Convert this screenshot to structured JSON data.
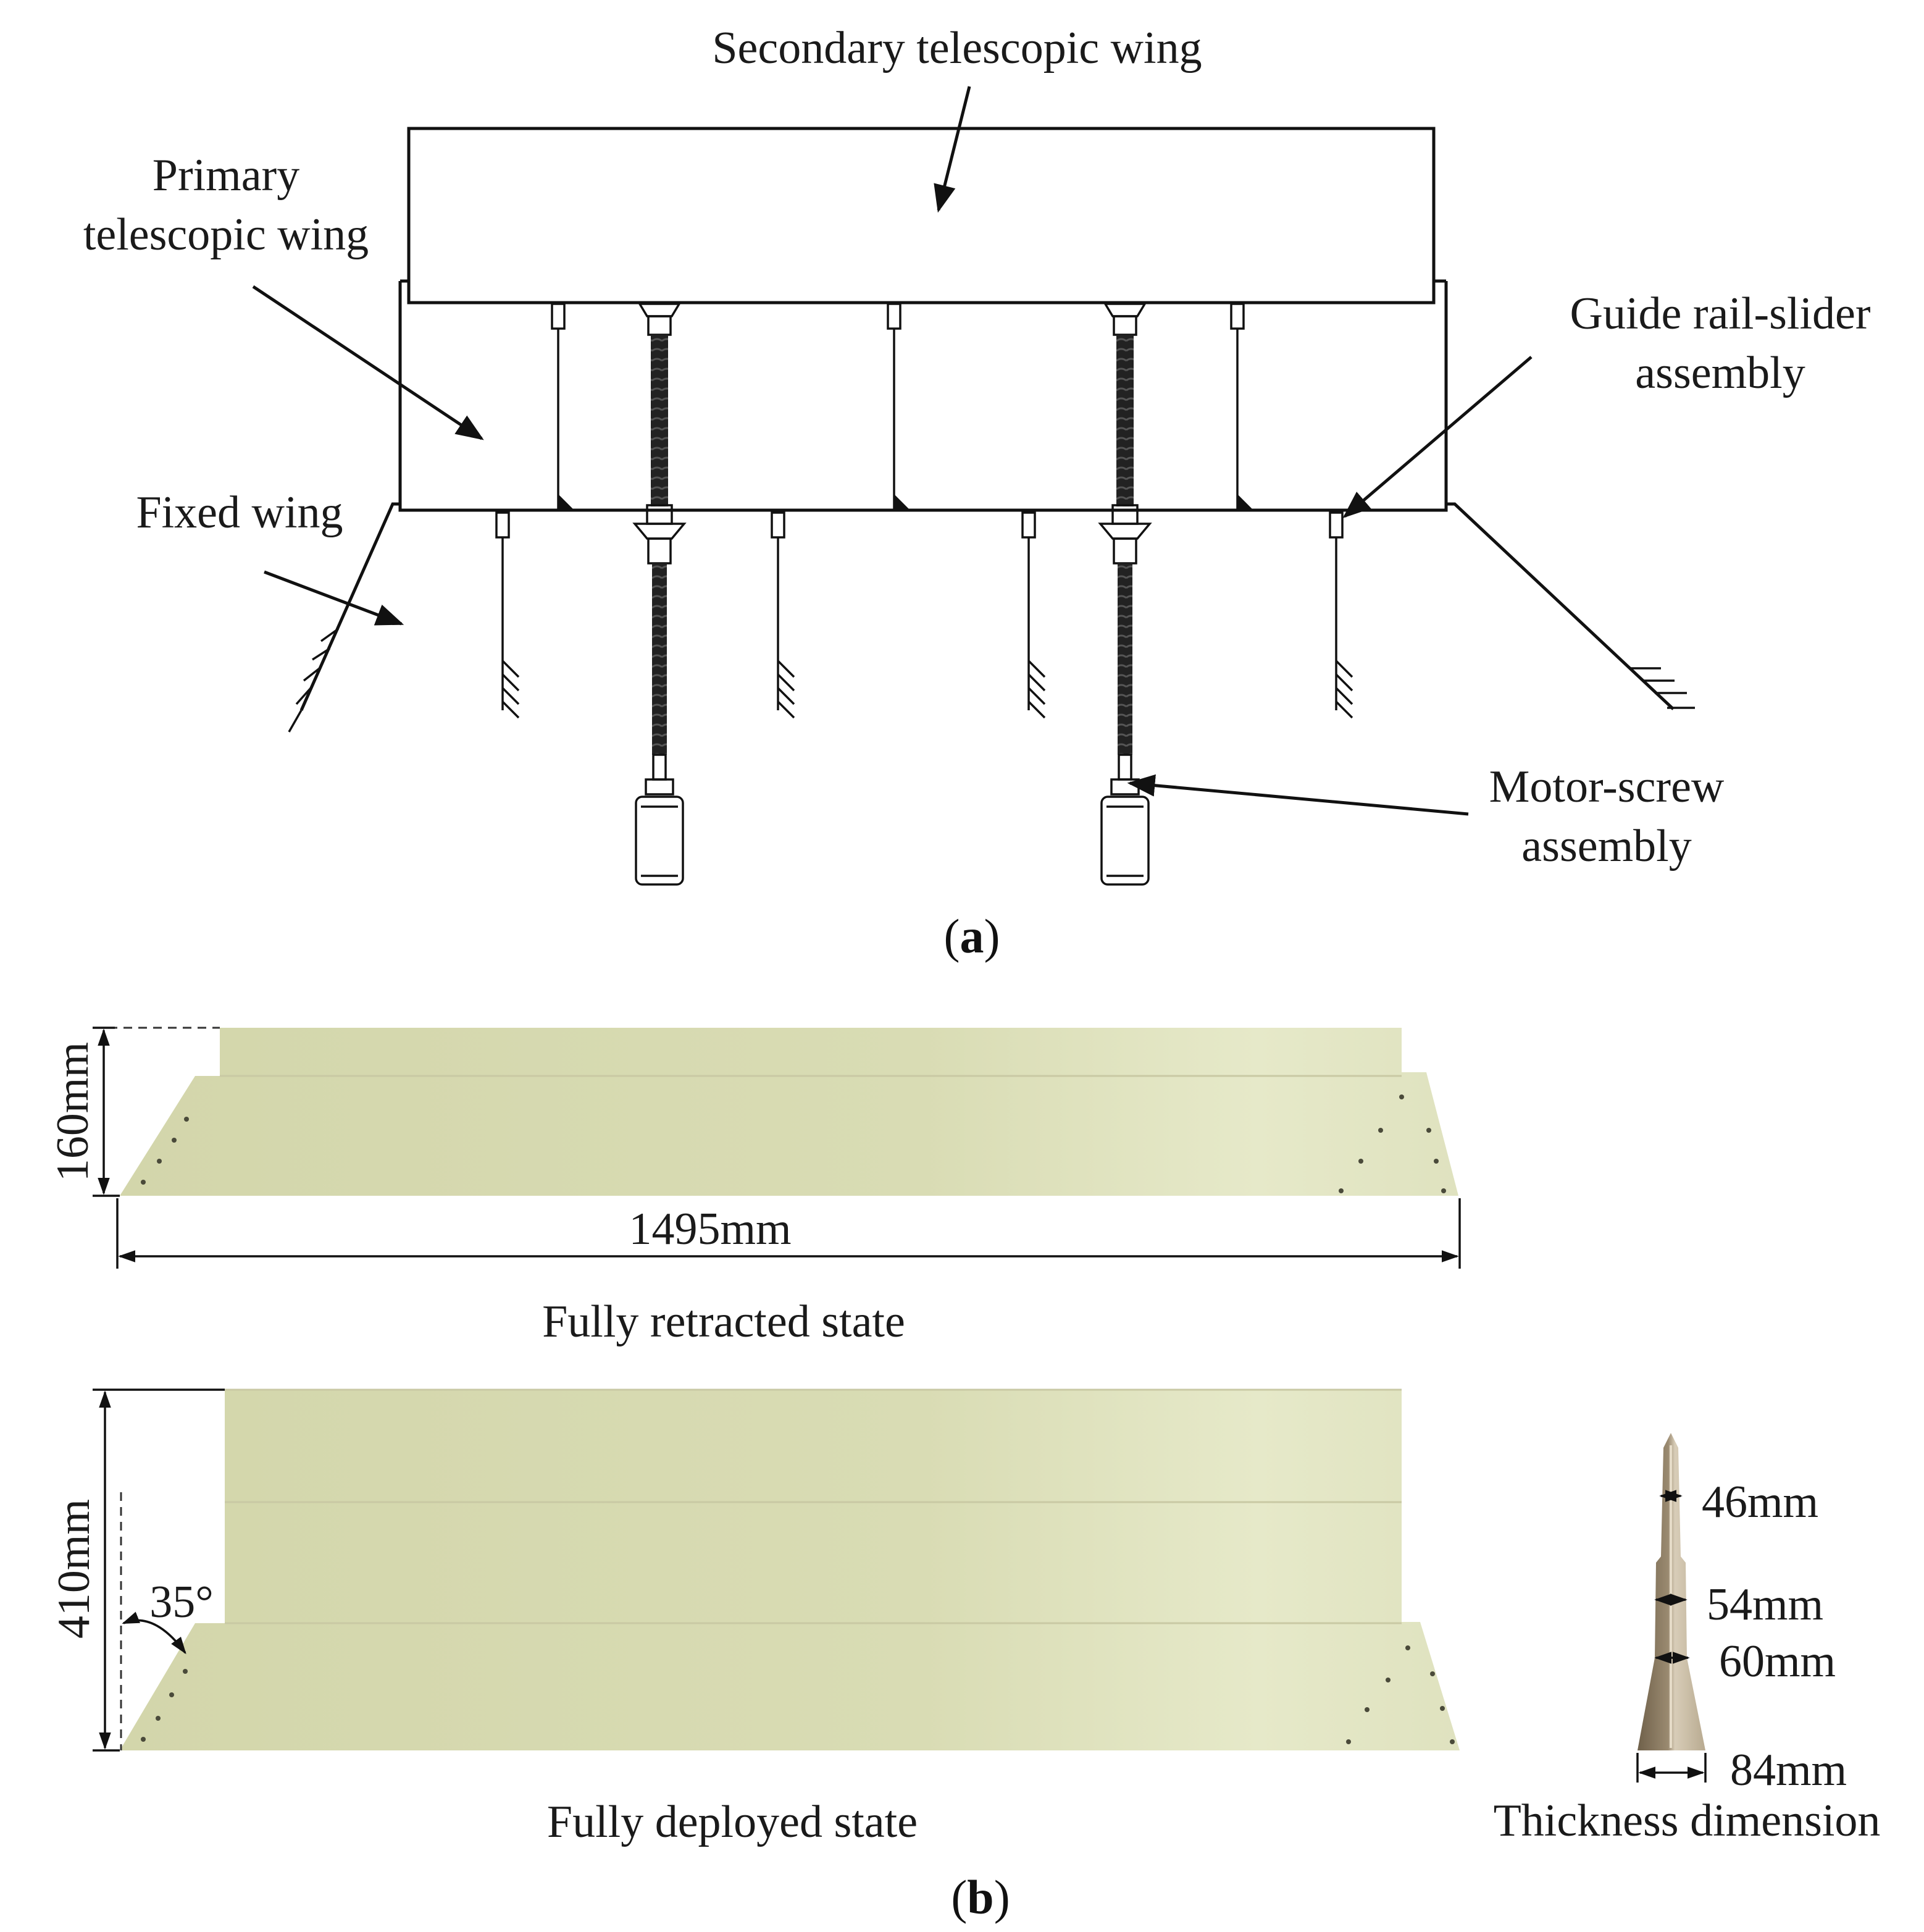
{
  "panel_a": {
    "caption_open": "(",
    "caption_letter": "a",
    "caption_close": ")",
    "labels": {
      "secondary_wing": "Secondary telescopic wing",
      "primary_wing_line1": "Primary",
      "primary_wing_line2": "telescopic wing",
      "fixed_wing": "Fixed wing",
      "guide_rail_line1": "Guide rail-slider",
      "guide_rail_line2": "assembly",
      "motor_screw_line1": "Motor-screw",
      "motor_screw_line2": "assembly"
    }
  },
  "panel_b": {
    "caption_open": "(",
    "caption_letter": "b",
    "caption_close": ")",
    "retracted": {
      "height_label": "160mm",
      "width_label": "1495mm",
      "state_label": "Fully retracted state"
    },
    "deployed": {
      "height_label": "410mm",
      "angle_label": "35°",
      "state_label": "Fully deployed state"
    },
    "thickness": {
      "labels": [
        "46mm",
        "54mm",
        "60mm",
        "84mm"
      ],
      "title": "Thickness dimension"
    }
  },
  "colors": {
    "wing_light": "#e3e6c3",
    "wing_mid": "#d6d9b0",
    "wing_dark": "#c9cc9f",
    "thickness_dark": "#7a6a52",
    "thickness_light": "#cfc3ac"
  }
}
